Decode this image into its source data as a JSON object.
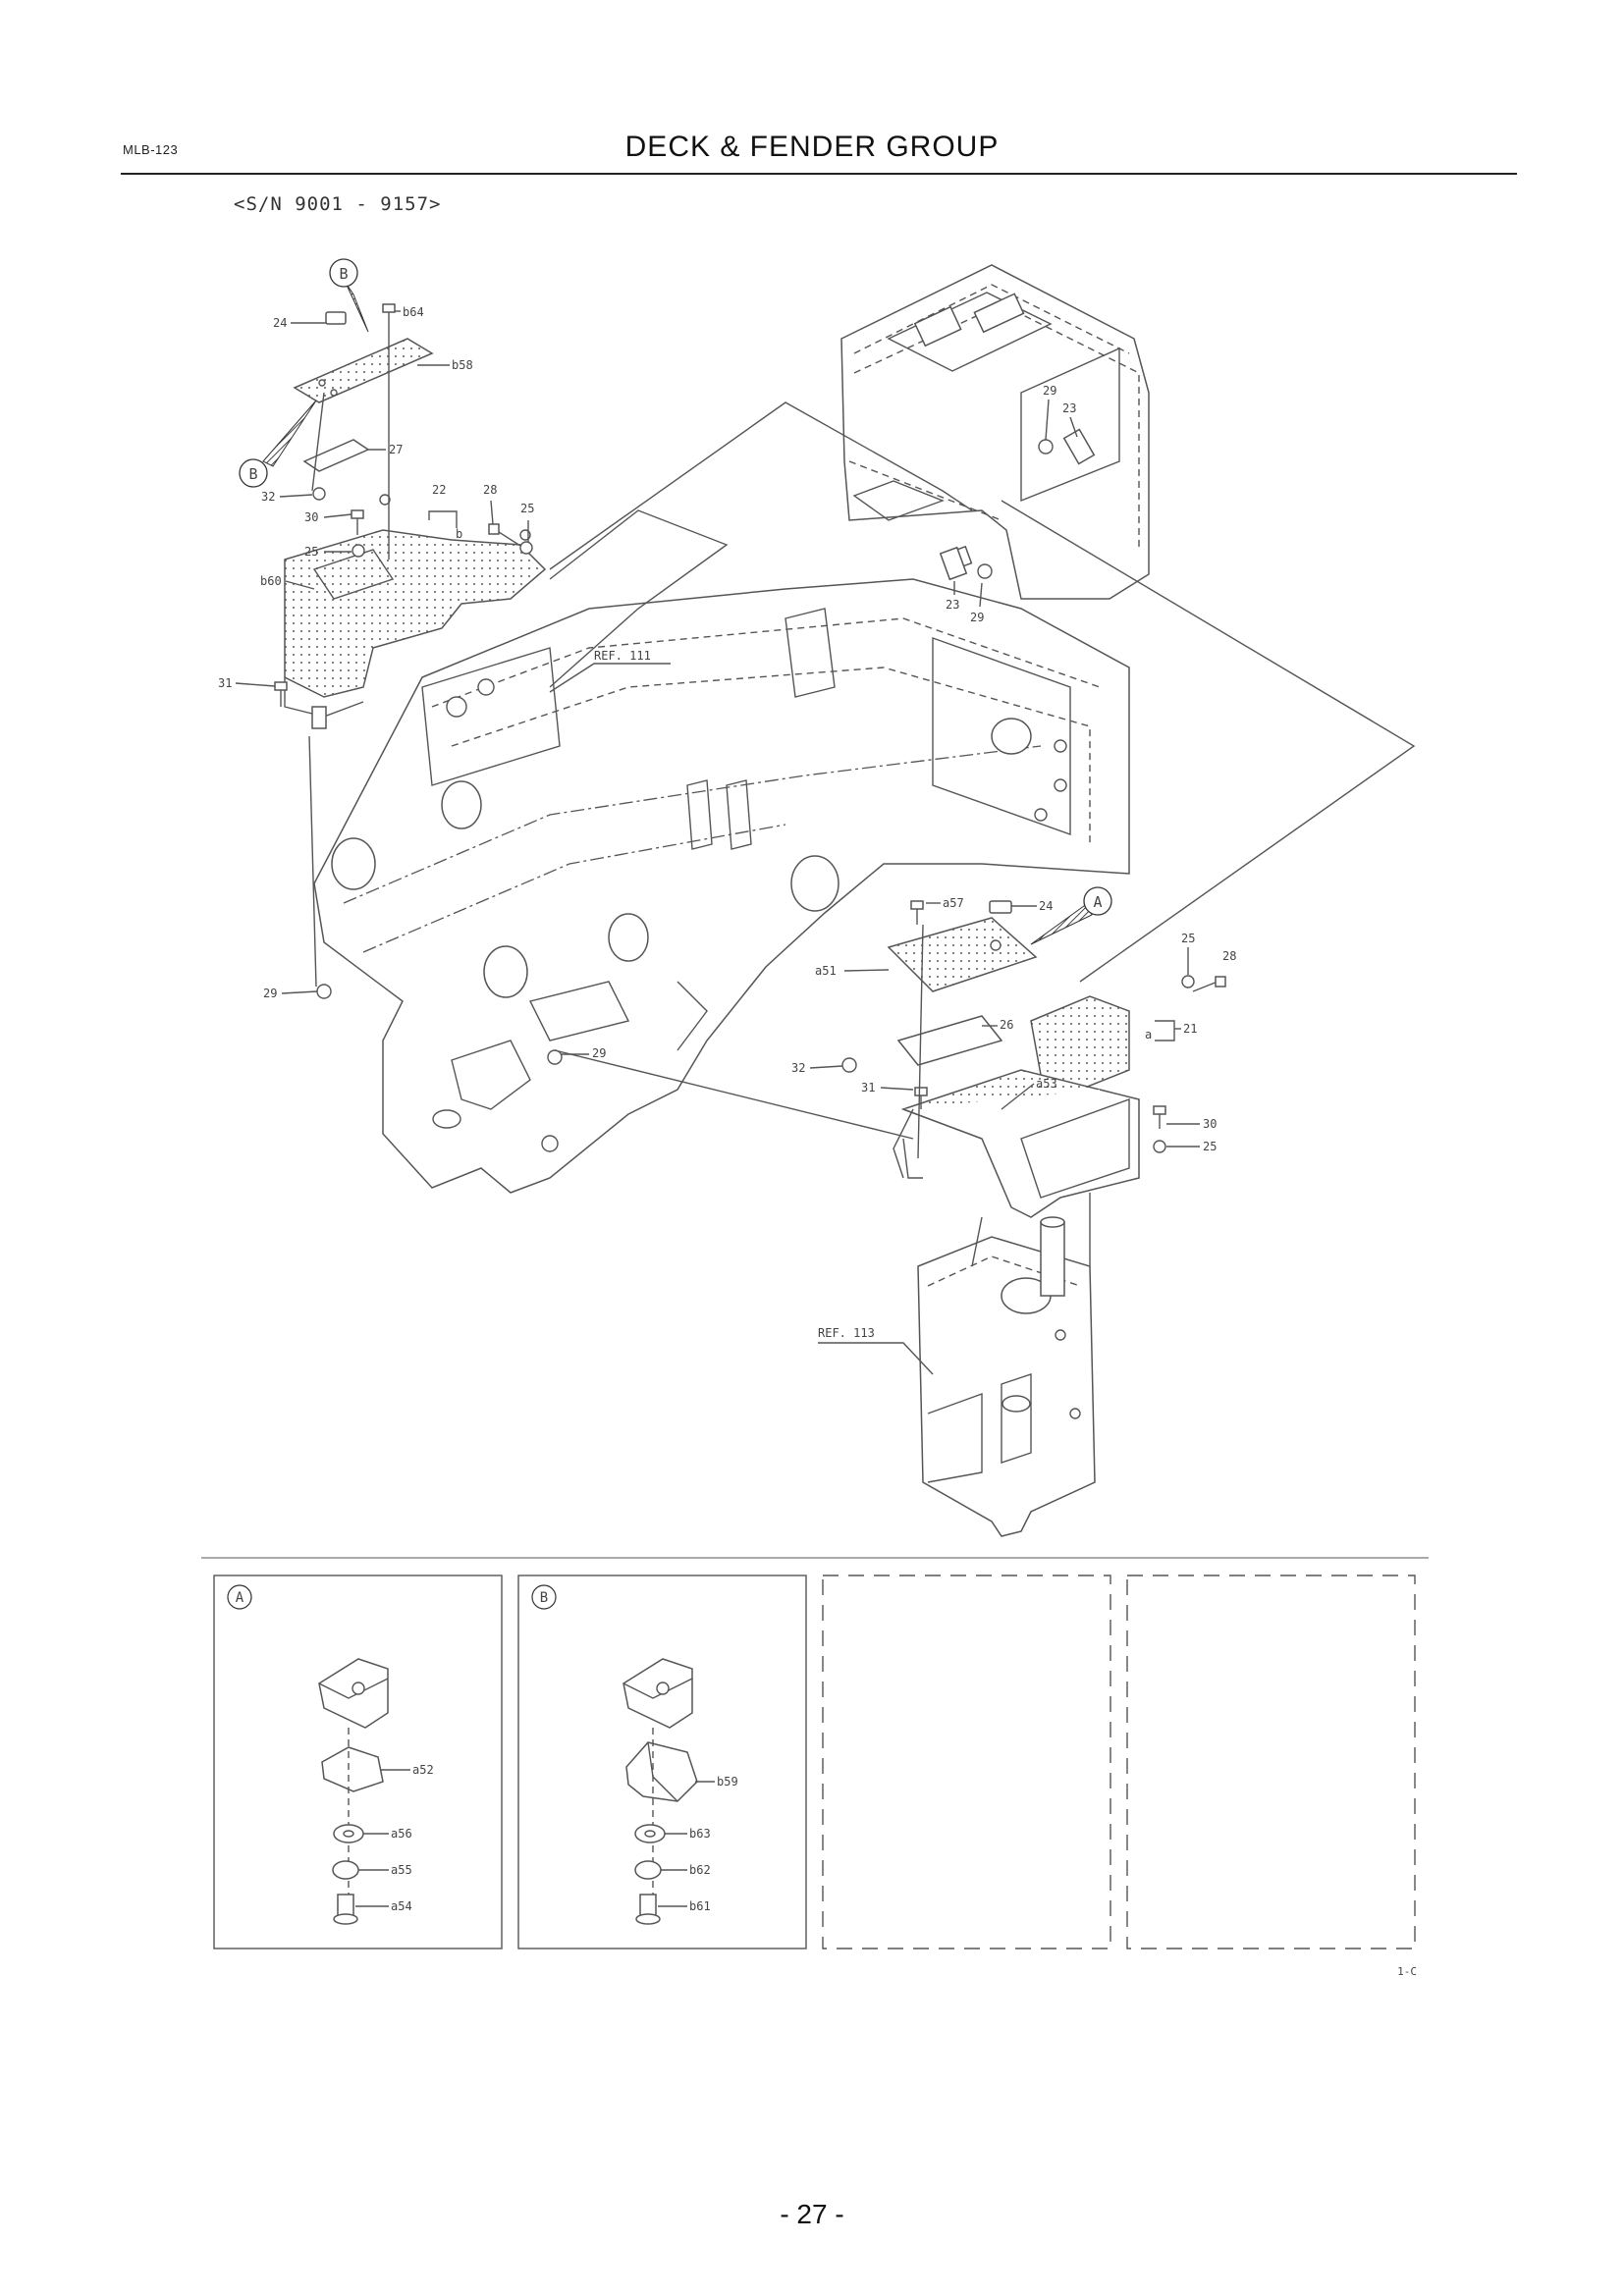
{
  "header": {
    "code": "MLB-123",
    "title": "DECK & FENDER GROUP",
    "serial": "<S/N 9001 - 9157>"
  },
  "callouts": {
    "b64": "b64",
    "p24_top": "24",
    "b58": "b58",
    "p27": "27",
    "p32_top": "32",
    "p22": "22",
    "p28_top": "28",
    "p25_top": "25",
    "p30_top": "30",
    "p25_mid": "25",
    "b60": "b60",
    "p31_left": "31",
    "ref111": "REF. 111",
    "p29_left": "29",
    "p29_center": "29",
    "p29_fr": "29",
    "p23_fr": "23",
    "p23_mid": "23",
    "p29_mid": "29",
    "a57": "a57",
    "p24_right": "24",
    "a51": "a51",
    "p25_right": "25",
    "p28_right": "28",
    "p21": "21",
    "a_sub": "a",
    "b_sub": "b",
    "p26": "26",
    "p32_right": "32",
    "p31_right": "31",
    "a53": "a53",
    "p30_right": "30",
    "p25_low": "25",
    "ref113": "REF. 113"
  },
  "markers": {
    "a": "A",
    "b": "B"
  },
  "details": {
    "a": {
      "label": "A",
      "parts": [
        "a52",
        "a56",
        "a55",
        "a54"
      ]
    },
    "b": {
      "label": "B",
      "parts": [
        "b59",
        "b63",
        "b62",
        "b61"
      ]
    }
  },
  "footer": {
    "code": "1-C",
    "page": "- 27 -"
  }
}
